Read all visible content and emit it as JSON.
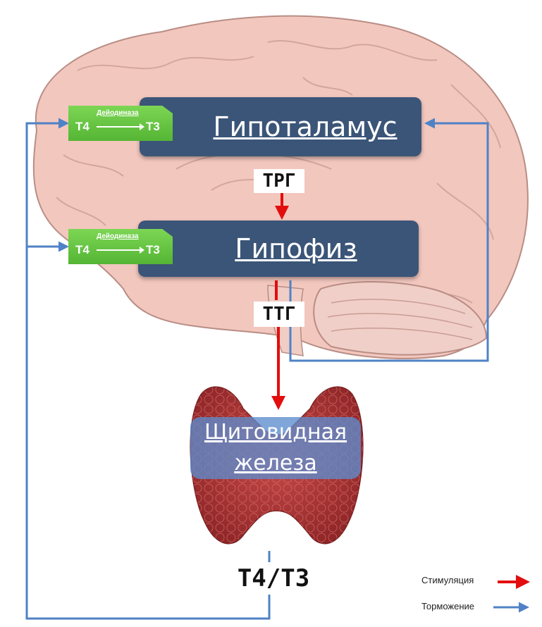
{
  "hypothalamus": {
    "label": "Гипоталамус"
  },
  "pituitary": {
    "label": "Гипофиз"
  },
  "enzyme_hypothalamus": {
    "name": "Дейодиназа",
    "from": "Т4",
    "to": "Т3"
  },
  "enzyme_pituitary": {
    "name": "Дейодиназа",
    "from": "Т4",
    "to": "Т3"
  },
  "hormones": {
    "trg": "ТРГ",
    "ttg": "ТТГ",
    "t4t3": "Т4/Т3"
  },
  "thyroid": {
    "line1": "Щитовидная",
    "line2": "железа"
  },
  "legend": {
    "stimulation": "Стимуляция",
    "inhibition": "Торможение"
  },
  "colors": {
    "brain": "#f2c7be",
    "brain_outline": "#b98d85",
    "box": "#3b5578",
    "enzyme": "#62c23d",
    "stimulation_arrow": "#e30d0d",
    "inhibition_arrow": "#4f82c6",
    "thyroid": "#b5383a"
  }
}
